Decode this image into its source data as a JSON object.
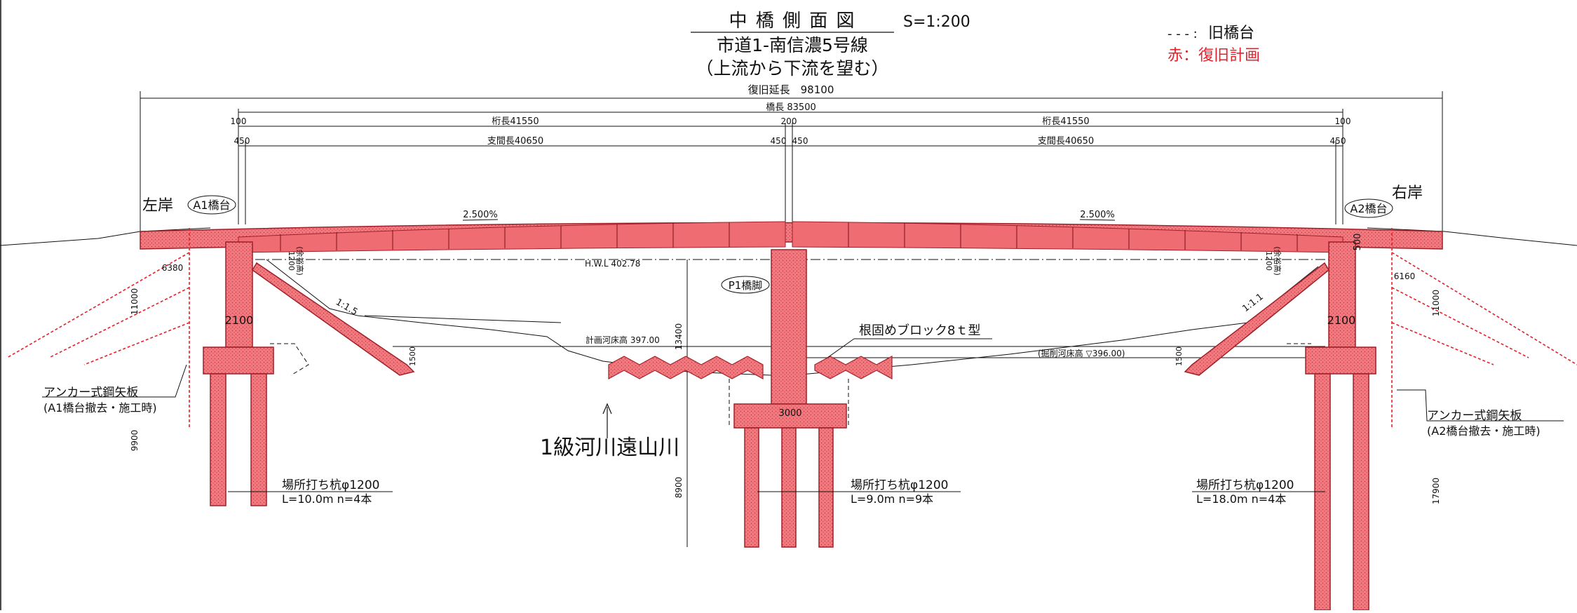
{
  "title": {
    "main": "中 橋 側 面 図",
    "scale": "S=1:200",
    "road": "市道1-南信濃5号線",
    "view": "（上流から下流を望む）"
  },
  "legend": {
    "old_abutment_symbol": "- - - :",
    "old_abutment": "旧橋台",
    "red_label": "赤：復旧計画",
    "red_color": "#e8202a"
  },
  "dimensions": {
    "restore_length": "復旧延長　98100",
    "bridge_length": "橋長 83500",
    "girder_left": "桁長41550",
    "girder_right": "桁長41550",
    "gap_left": "100",
    "gap_center": "200",
    "gap_right": "100",
    "span_left": "支間長40650",
    "span_right": "支間長40650",
    "bearing_l": "450",
    "bearing_cl": "450",
    "bearing_cr": "450",
    "bearing_r": "450",
    "slope_left": "2.500%",
    "slope_right": "2.500%",
    "a1_setback": "6380",
    "a1_height": "11000",
    "a1_width": "2100",
    "a1_pile_depth": "9900",
    "a2_setback": "6160",
    "a2_height": "11000",
    "a2_width": "2100",
    "a2_pile_depth": "17900",
    "freeboard_left": "1200",
    "freeboard_left_note": "(余裕高)",
    "freeboard_right": "1200",
    "freeboard_right_note": "(余裕高)",
    "toe_left": "1500",
    "toe_right": "1500",
    "pier_height": "13400",
    "pier_footing": "3000",
    "pier_pile_depth": "8900",
    "a2_gap": "500",
    "slope_ratio_left": "1:1.5",
    "slope_ratio_right": "1:1.1"
  },
  "levels": {
    "hwl": "H.W.L 402.78",
    "plan_bed": "計画河床高 397.00",
    "dredge_bed": "(掘削河床高 ▽396.00)"
  },
  "labels": {
    "left_bank": "左岸",
    "right_bank": "右岸",
    "a1": "A1橋台",
    "a2": "A2橋台",
    "p1": "P1橋脚",
    "block": "根固めブロック8ｔ型",
    "river": "1級河川遠山川",
    "anchor_left_1": "アンカー式鋼矢板",
    "anchor_left_2": "(A1橋台撤去・施工時)",
    "anchor_right_1": "アンカー式鋼矢板",
    "anchor_right_2": "(A2橋台撤去・施工時)"
  },
  "piles": {
    "a1_line1": "場所打ち杭φ1200",
    "a1_line2": "L=10.0m n=4本",
    "p1_line1": "場所打ち杭φ1200",
    "p1_line2": "L=9.0m n=9本",
    "a2_line1": "場所打ち杭φ1200",
    "a2_line2": "L=18.0m n=4本"
  }
}
